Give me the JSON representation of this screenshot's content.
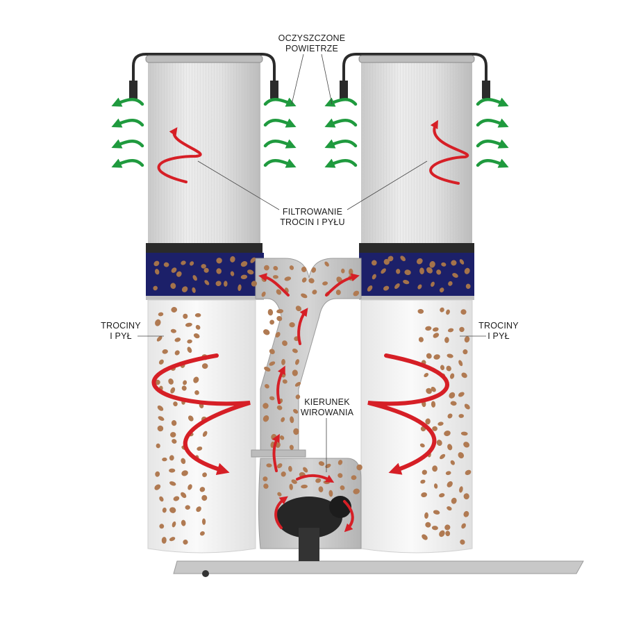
{
  "labels": {
    "clean_air": [
      "OCZYSZCZONE",
      "POWIETRZE"
    ],
    "filtering": [
      "FILTROWANIE",
      "TROCIN I PYŁU"
    ],
    "chips_left": [
      "TROCINY",
      "I PYŁ"
    ],
    "chips_right": [
      "TROCINY",
      "I PYŁ"
    ],
    "swirl": [
      "KIERUNEK",
      "WIROWANIA"
    ]
  },
  "colors": {
    "clean_air_arrow": "#1f9a3e",
    "swirl_arrow": "#d61f26",
    "sawdust": "#b07a52",
    "collar": "#1c2069",
    "bag": "#f4f4f4",
    "filter": "#d9d9d9",
    "duct": "#c7c7c7"
  },
  "icons": {
    "clean_air_arrow": "arrow-left-right-icon",
    "swirl_arrow": "swirl-arrow-icon",
    "particle": "sawdust-particle-icon"
  }
}
